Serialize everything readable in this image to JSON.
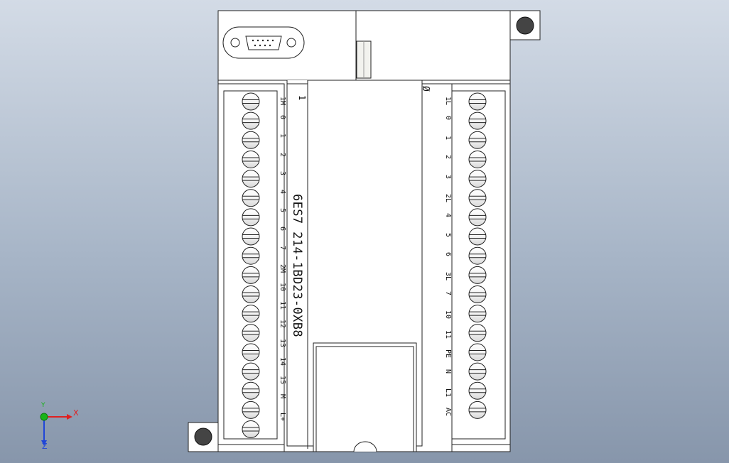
{
  "model": {
    "part_number": "6ES7 214-1BD23-0XB8",
    "marks": [
      "1",
      "Ø"
    ]
  },
  "terminals": {
    "left": [
      "1M",
      "0",
      "1",
      "2",
      "3",
      "4",
      "5",
      "6",
      "7",
      "2M",
      "10",
      "11",
      "12",
      "13",
      "14",
      "15",
      "M",
      "L+"
    ],
    "right": [
      "1L",
      "0",
      "1",
      "2",
      "3",
      "2L",
      "4",
      "5",
      "6",
      "3L",
      "7",
      "10",
      "11",
      "PE",
      "N",
      "L1",
      "AC"
    ]
  },
  "axes": {
    "x": "X",
    "y": "Y",
    "z": "Z"
  },
  "colors": {
    "background_top": "#d3dbe6",
    "background_bottom": "#8796ab",
    "body_fill": "#ffffff",
    "outline": "#222222",
    "x_axis": "#e02020",
    "y_axis": "#18b418",
    "z_axis": "#2046d8"
  }
}
